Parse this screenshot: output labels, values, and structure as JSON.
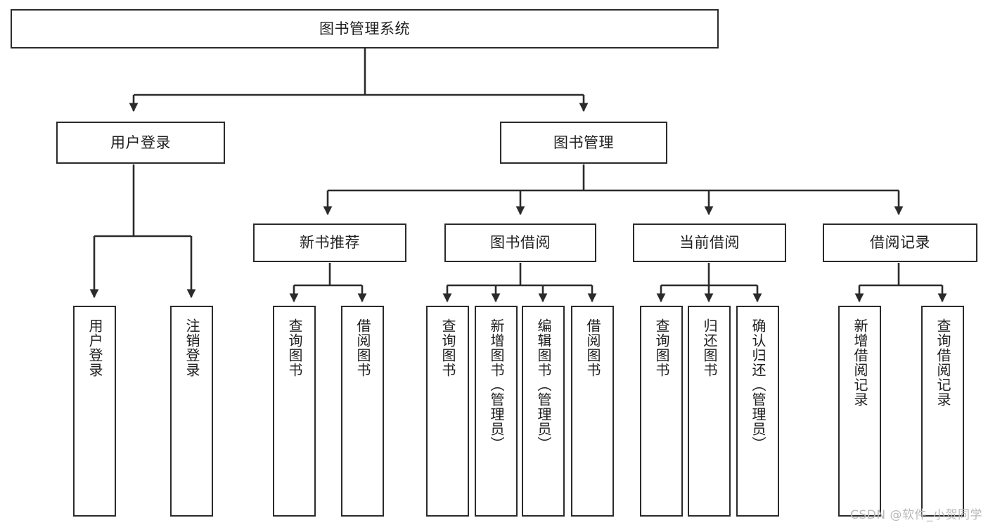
{
  "diagram": {
    "title": "图书管理系统",
    "watermark": "CSDN @软件_小贺同学",
    "stroke_color": "#2b2b2b",
    "background_color": "#ffffff",
    "text_color": "#1f1f1f",
    "watermark_color": "#b9b9b9",
    "nodes": {
      "root": "图书管理系统",
      "l2": {
        "user_login": "用户登录",
        "book_manage": "图书管理"
      },
      "l3": {
        "new_book_recommend": "新书推荐",
        "book_borrow": "图书借阅",
        "current_borrow": "当前借阅",
        "borrow_record": "借阅记录"
      },
      "leaves": {
        "user_login_1": "用户登录",
        "user_login_2": "注销登录",
        "new_book_1": "查询图书",
        "new_book_2": "借阅图书",
        "borrow_1": "查询图书",
        "borrow_2": "新增图书（管理员）",
        "borrow_3": "编辑图书（管理员）",
        "borrow_4": "借阅图书",
        "current_1": "查询图书",
        "current_2": "归还图书",
        "current_3": "确认归还（管理员）",
        "record_1": "新增借阅记录",
        "record_2": "查询借阅记录"
      }
    }
  }
}
